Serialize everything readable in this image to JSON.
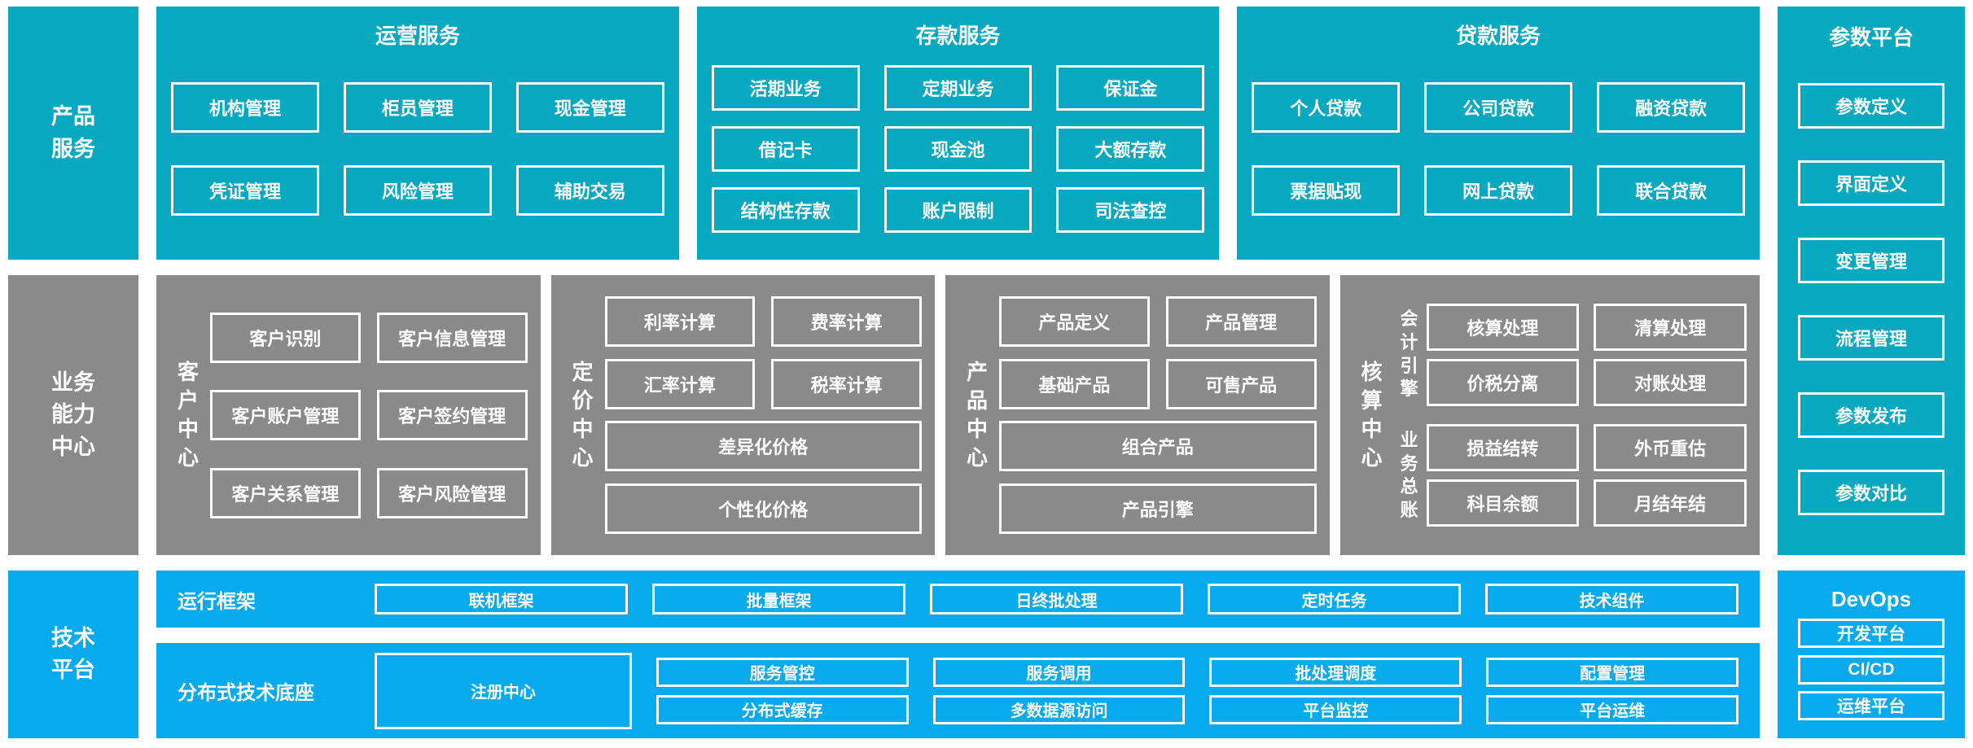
{
  "palette": {
    "teal": "#07a9c0",
    "gray": "#8a8a8a",
    "blue": "#06aaef",
    "box_border": "#ffffff",
    "text": "#ffffff",
    "background": "#ffffff"
  },
  "side_labels": {
    "product_services": "产品服务",
    "business_capability": "业务能力中心",
    "tech_platform": "技术平台"
  },
  "top_sections": [
    {
      "title": "运营服务",
      "items": [
        "机构管理",
        "柜员管理",
        "现金管理",
        "凭证管理",
        "风险管理",
        "辅助交易"
      ]
    },
    {
      "title": "存款服务",
      "items": [
        "活期业务",
        "定期业务",
        "保证金",
        "借记卡",
        "现金池",
        "大额存款",
        "结构性存款",
        "账户限制",
        "司法查控"
      ]
    },
    {
      "title": "贷款服务",
      "items": [
        "个人贷款",
        "公司贷款",
        "融资贷款",
        "票据贴现",
        "网上贷款",
        "联合贷款"
      ]
    }
  ],
  "middle_sections": [
    {
      "label": "客户中心",
      "boxes": [
        "客户识别",
        "客户信息管理",
        "客户账户管理",
        "客户签约管理",
        "客户关系管理",
        "客户风险管理"
      ]
    },
    {
      "label": "定价中心",
      "small": [
        "利率计算",
        "费率计算",
        "汇率计算",
        "税率计算"
      ],
      "wide": [
        "差异化价格",
        "个性化价格"
      ]
    },
    {
      "label": "产品中心",
      "small": [
        "产品定义",
        "产品管理",
        "基础产品",
        "可售产品"
      ],
      "wide": [
        "组合产品",
        "产品引擎"
      ]
    },
    {
      "label": "核算中心",
      "groups": [
        {
          "label": "会计引擎",
          "boxes": [
            "核算处理",
            "清算处理",
            "价税分离",
            "对账处理"
          ]
        },
        {
          "label": "业务总账",
          "boxes": [
            "损益结转",
            "外币重估",
            "科目余额",
            "月结年结"
          ]
        }
      ]
    }
  ],
  "bottom_rows": [
    {
      "label": "运行框架",
      "boxes": [
        "联机框架",
        "批量框架",
        "日终批处理",
        "定时任务",
        "技术组件"
      ]
    },
    {
      "label": "分布式技术底座",
      "tall_box": "注册中心",
      "columns": [
        [
          "服务管控",
          "分布式缓存"
        ],
        [
          "服务调用",
          "多数据源访问"
        ],
        [
          "批处理调度",
          "平台监控"
        ],
        [
          "配置管理",
          "平台运维"
        ]
      ]
    }
  ],
  "param_platform": {
    "title": "参数平台",
    "items": [
      "参数定义",
      "界面定义",
      "变更管理",
      "流程管理",
      "参数发布",
      "参数对比"
    ]
  },
  "devops": {
    "title": "DevOps",
    "items": [
      "开发平台",
      "CI/CD",
      "运维平台"
    ]
  }
}
